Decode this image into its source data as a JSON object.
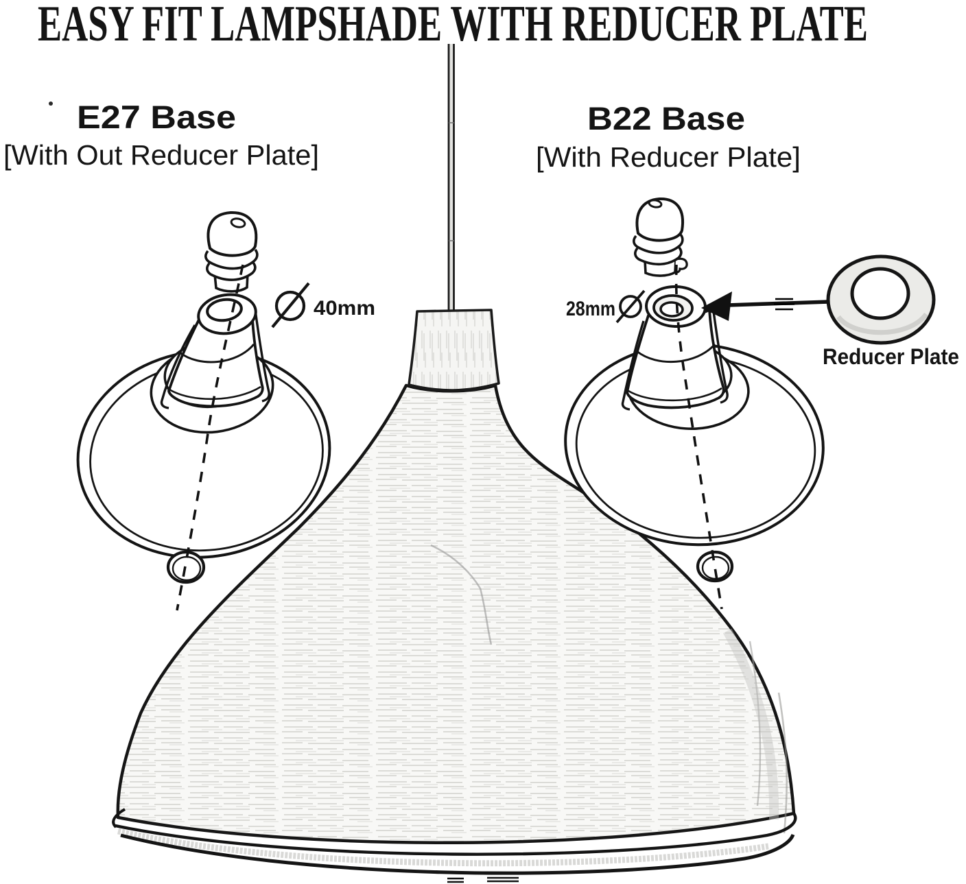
{
  "title": "EASY FIT LAMPSHADE WITH REDUCER PLATE",
  "e27_variant": {
    "heading": "E27 Base",
    "subheading": "[With Out Reducer Plate]",
    "diameter_label": "40mm"
  },
  "b22_variant": {
    "heading": "B22 Base",
    "subheading": "[With Reducer Plate]",
    "diameter_label": "28mm"
  },
  "reducer_plate": {
    "label": "Reducer Plate"
  },
  "icons": {
    "diameter_symbol": "⌀",
    "arrow": "◀"
  },
  "colors": {
    "ink": "#141414",
    "pencil_shading": "#d2d2cf",
    "paper": "#ffffff"
  }
}
